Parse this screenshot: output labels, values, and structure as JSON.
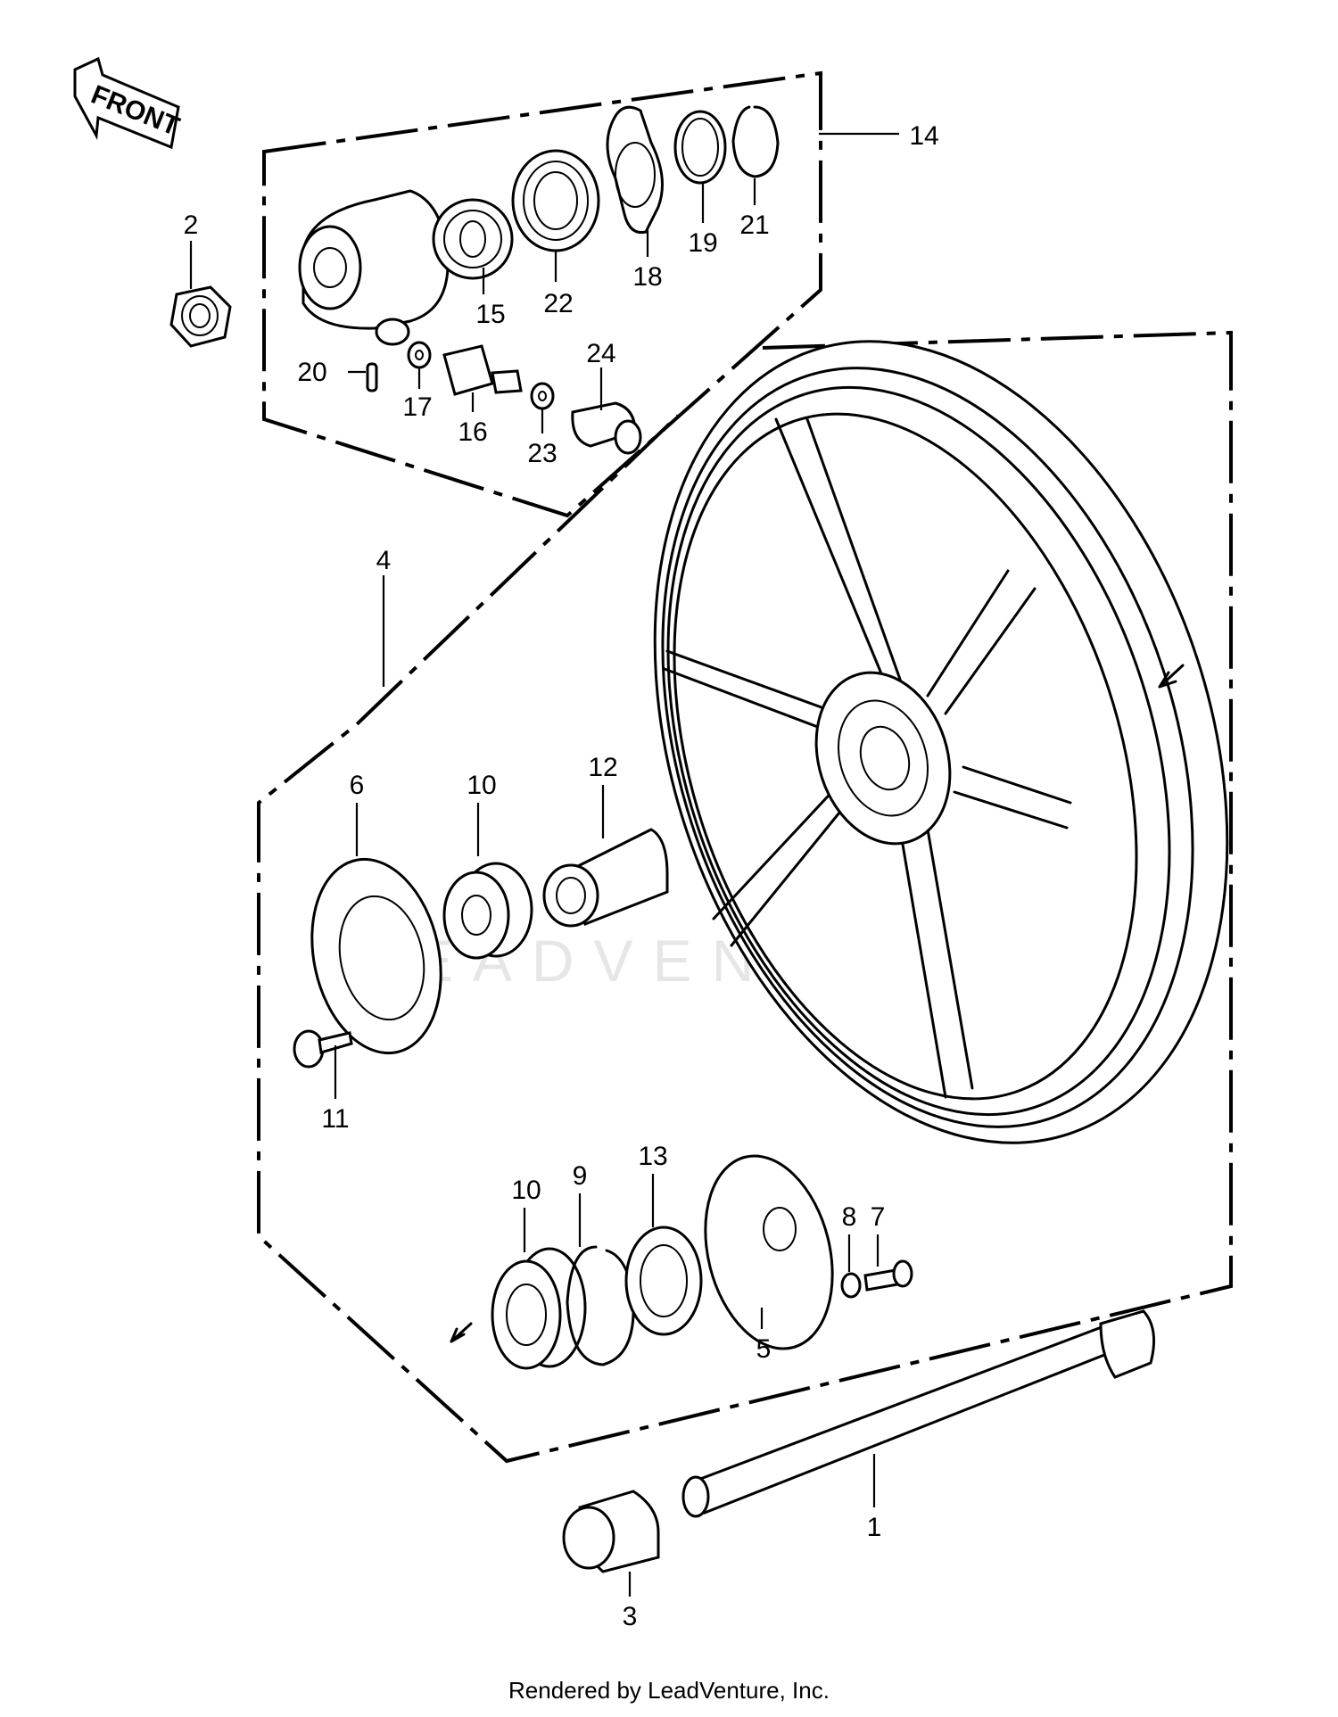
{
  "front_label": "FRONT",
  "watermark": "LEADVENTURE",
  "credit": "Rendered by LeadVenture, Inc.",
  "callouts": {
    "c1": "1",
    "c2": "2",
    "c3": "3",
    "c4": "4",
    "c5": "5",
    "c6": "6",
    "c7": "7",
    "c8": "8",
    "c9": "9",
    "c10a": "10",
    "c10b": "10",
    "c11": "11",
    "c12": "12",
    "c13": "13",
    "c14": "14",
    "c15": "15",
    "c16": "16",
    "c17": "17",
    "c18": "18",
    "c19": "19",
    "c20": "20",
    "c21": "21",
    "c22": "22",
    "c23": "23",
    "c24": "24"
  }
}
